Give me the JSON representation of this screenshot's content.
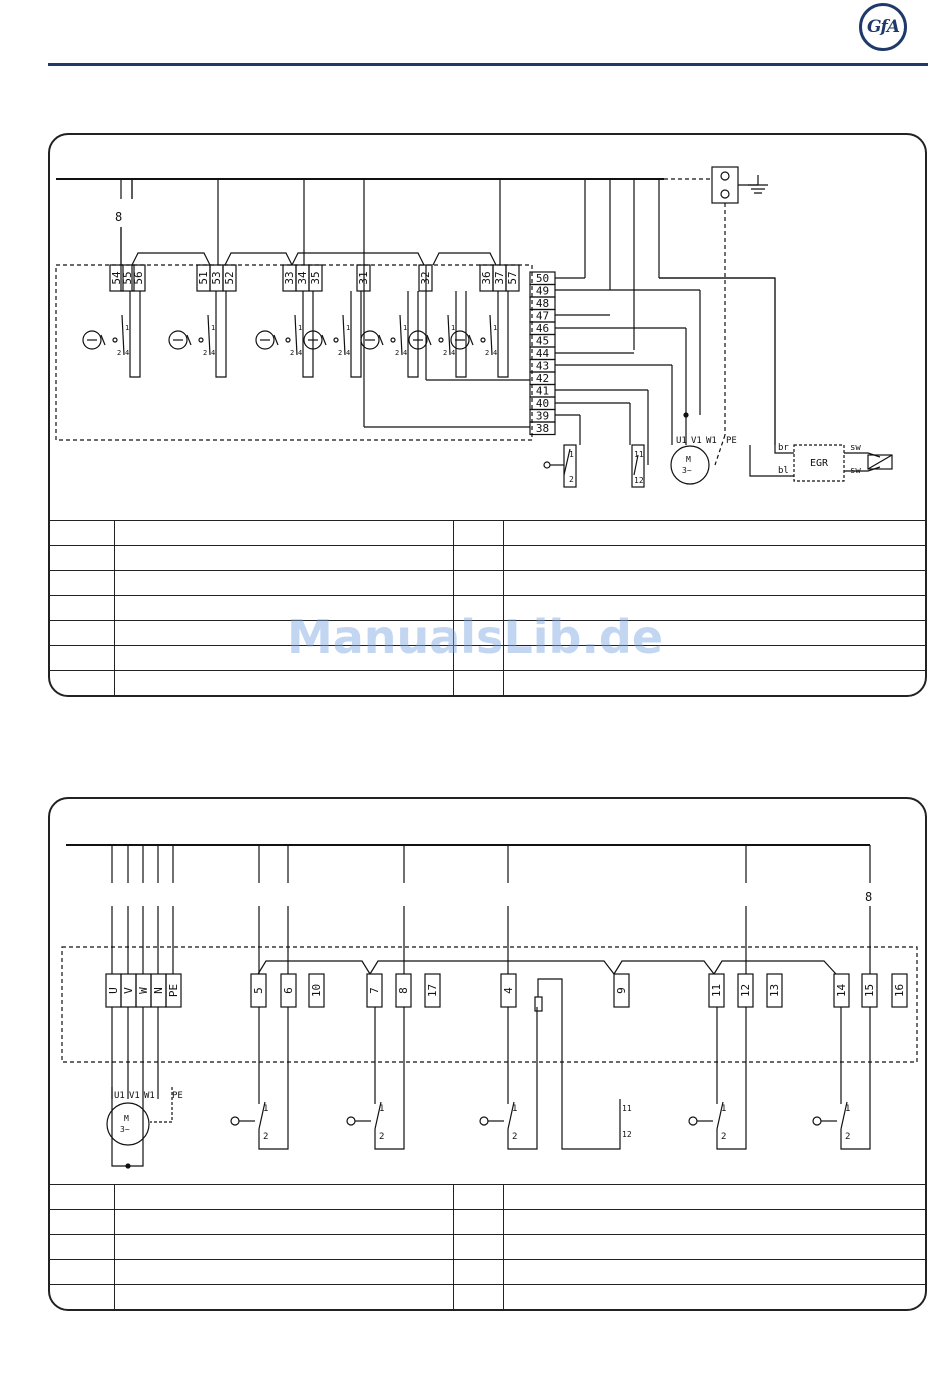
{
  "logo": {
    "text": "GfA"
  },
  "watermark": "ManualsLib.de",
  "colors": {
    "brand": "#1f3a6a",
    "watermark": "#78a5e1",
    "line": "#111111"
  },
  "diagram1": {
    "marker": "8",
    "top_terminals": [
      "54",
      "55",
      "56",
      "51",
      "53",
      "52",
      "33",
      "34",
      "35",
      "31",
      "32",
      "36",
      "37",
      "57"
    ],
    "side_terminals": [
      "50",
      "49",
      "48",
      "47",
      "46",
      "45",
      "44",
      "43",
      "42",
      "41",
      "40",
      "39",
      "38"
    ],
    "motor_labels": [
      "U1",
      "V1",
      "W1",
      "PE"
    ],
    "motor_symbol": "M",
    "motor_phase": "3~",
    "egr_label": "EGR",
    "wire_labels": [
      "br",
      "bl",
      "sw",
      "sw"
    ],
    "contact_labels": [
      "1",
      "2",
      "4"
    ],
    "relay_contact_labels": [
      "11",
      "12"
    ],
    "legend_rows": 7
  },
  "diagram2": {
    "marker": "8",
    "terminals": [
      "U",
      "V",
      "W",
      "N",
      "PE",
      "5",
      "6",
      "10",
      "7",
      "8",
      "17",
      "4",
      "9",
      "11",
      "12",
      "13",
      "14",
      "15",
      "16"
    ],
    "motor_labels": [
      "U1",
      "V1",
      "W1",
      "PE"
    ],
    "motor_symbol": "M",
    "motor_phase": "3~",
    "contact_labels": [
      "1",
      "2"
    ],
    "relay_contact_labels": [
      "11",
      "12"
    ],
    "legend_rows": 5
  }
}
